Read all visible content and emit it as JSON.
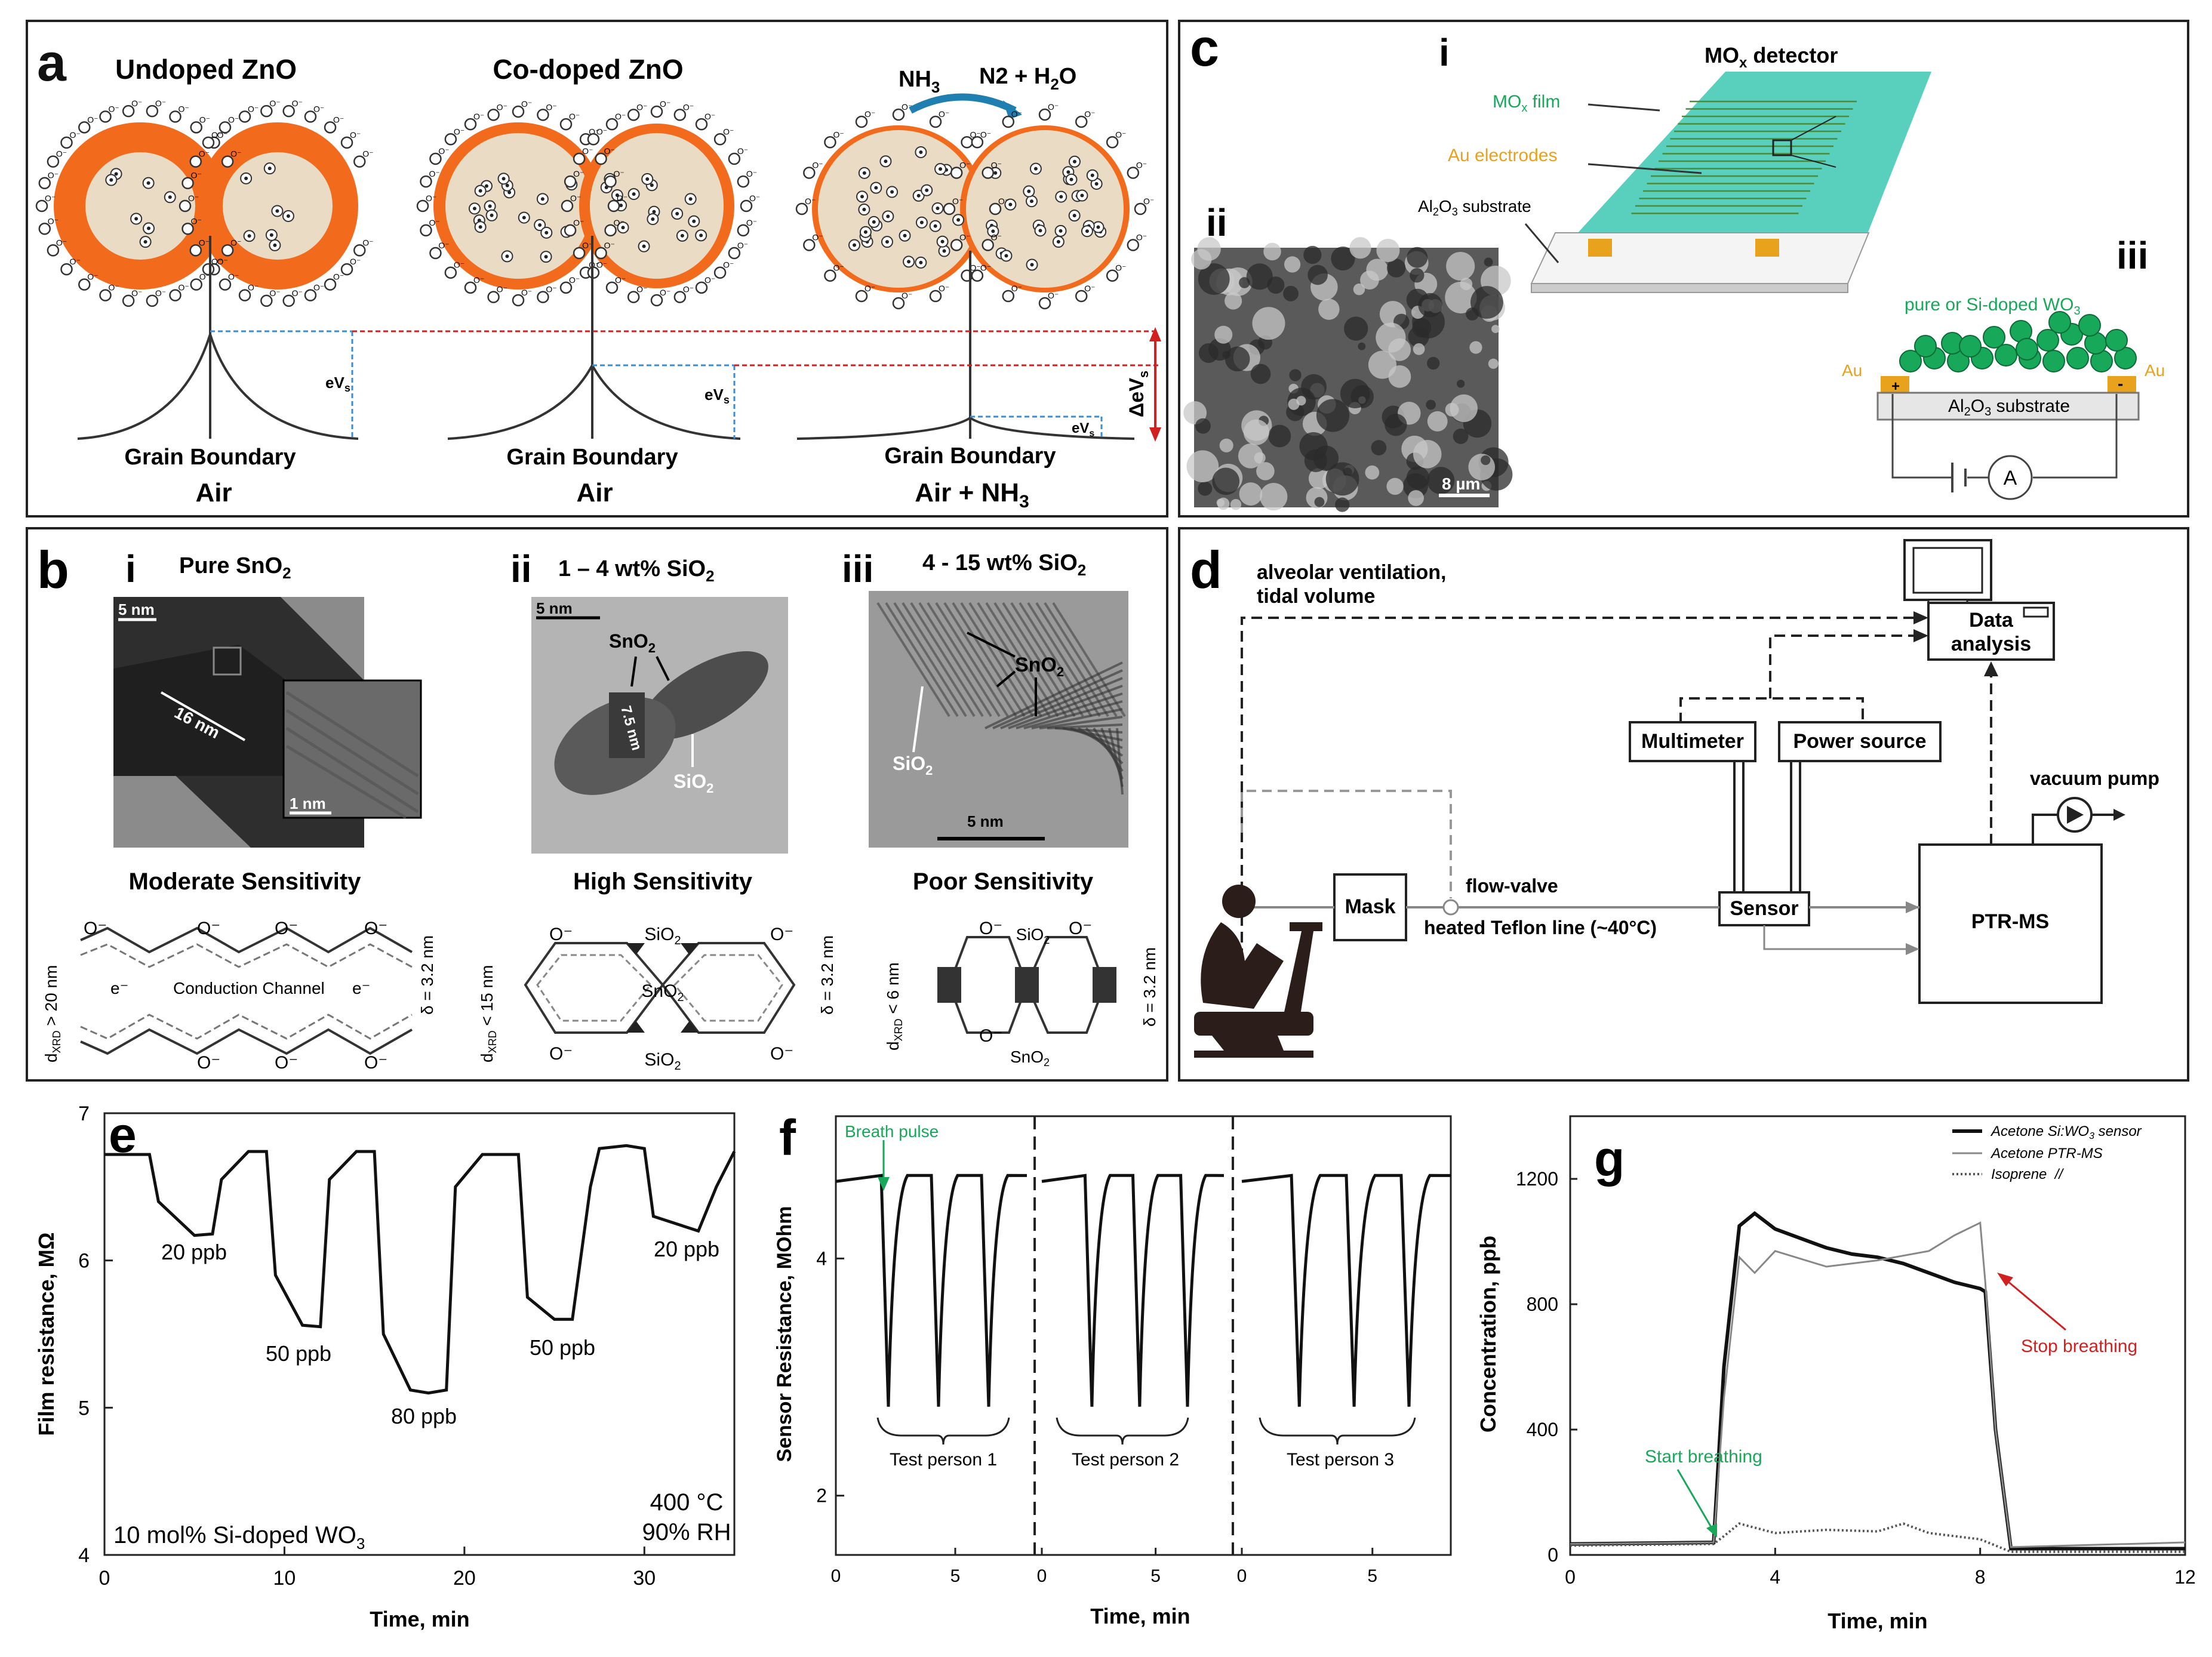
{
  "colors": {
    "accent": "#f26b1d",
    "grain": "#eadbc5",
    "green": "#18a85a",
    "teal": "#3cc8b2",
    "gold": "#e8a21b",
    "red": "#d21f1f",
    "blue": "#3b8fd0",
    "frame": "#222222"
  },
  "panel_a": {
    "letter": "a",
    "titles": [
      "Undoped ZnO",
      "Co-doped ZnO"
    ],
    "reaction": {
      "reactant": "NH",
      "reactant_sub": "3",
      "products": "N2 + H",
      "products_sub": "2",
      "products_end": "O"
    },
    "gb_label": "Grain Boundary",
    "atmospheres": [
      "Air",
      "Air",
      "Air + NH"
    ],
    "atm_sub": "3",
    "ev_labels": [
      "eV",
      "eV",
      "eV"
    ],
    "ev_sub": "s",
    "delta_label": "ΔeV",
    "delta_sub": "s",
    "ion": "O⁻"
  },
  "panel_b": {
    "letter": "b",
    "sub_i": "i",
    "sub_ii": "ii",
    "sub_iii": "iii",
    "title_i": "Pure SnO",
    "title_ii": "1 – 4 wt% SiO",
    "title_iii": "4 - 15 wt% SiO",
    "t_sub": "2",
    "scale_5nm": "5 nm",
    "scale_1nm": "1 nm",
    "size_16": "16 nm",
    "size_75": "7.5 nm",
    "sno2": "SnO",
    "sio2": "SiO",
    "f_sub": "2",
    "sens_i": "Moderate Sensitivity",
    "sens_ii": "High Sensitivity",
    "sens_iii": "Poor Sensitivity",
    "conduction": "Conduction Channel",
    "electron": "e⁻",
    "d_i": "d",
    "d_sub": "XRD",
    "d_i_end": " > 20 nm",
    "d_ii_end": " < 15 nm",
    "d_iii_end": " < 6 nm",
    "delta": "δ = 3.2 nm",
    "ion": "O⁻"
  },
  "panel_c": {
    "letter": "c",
    "sub_i": "i",
    "sub_ii": "ii",
    "sub_iii": "iii",
    "detector": "MO",
    "detector_sub": "x",
    "detector_end": " detector",
    "mox_film": "MO",
    "mox_film_end": " film",
    "electrodes": "Au electrodes",
    "substrate_a": "Al",
    "substrate_a2": "O",
    "substrate_end": " substrate",
    "wo3_label": "pure or Si-doped WO",
    "wo3_sub": "3",
    "au": "Au",
    "plus": "+",
    "minus": "-",
    "ammeter": "A",
    "sem_scale": "8 µm"
  },
  "panel_d": {
    "letter": "d",
    "ventilation_1": "alveolar ventilation,",
    "ventilation_2": "tidal volume",
    "data_1": "Data",
    "data_2": "analysis",
    "multimeter": "Multimeter",
    "power": "Power source",
    "vacuum": "vacuum pump",
    "mask": "Mask",
    "valve": "flow-valve",
    "teflon": "heated Teflon line (~40°C)",
    "sensor": "Sensor",
    "ptrms": "PTR-MS"
  },
  "chart_data": [
    {
      "panel": "e",
      "type": "line",
      "xlabel": "Time, min",
      "ylabel": "Film resistance, MΩ",
      "xlim": [
        0,
        35
      ],
      "ylim": [
        4,
        7
      ],
      "xticks": [
        "0",
        "10",
        "20",
        "30"
      ],
      "yticks": [
        "4",
        "5",
        "6",
        "7"
      ],
      "x": [
        0,
        2.5,
        3,
        5,
        6,
        6.5,
        8,
        9,
        9.5,
        11,
        12,
        12.5,
        14,
        15,
        15.5,
        17,
        18,
        19,
        19.5,
        21,
        22,
        23,
        23.5,
        25,
        26,
        27,
        27.5,
        29,
        30,
        30.5,
        33,
        34,
        35
      ],
      "y": [
        6.72,
        6.72,
        6.4,
        6.17,
        6.18,
        6.55,
        6.74,
        6.74,
        5.9,
        5.56,
        5.55,
        6.55,
        6.74,
        6.74,
        5.5,
        5.12,
        5.1,
        5.12,
        6.5,
        6.72,
        6.72,
        6.72,
        5.75,
        5.6,
        5.6,
        6.5,
        6.76,
        6.78,
        6.76,
        6.3,
        6.2,
        6.5,
        6.74
      ],
      "annotations": [
        "20 ppb",
        "50 ppb",
        "80 ppb",
        "50 ppb",
        "20 ppb"
      ],
      "note_1": "400 °C",
      "note_2": "90% RH",
      "material": "10 mol% Si-doped WO",
      "material_sub": "3"
    },
    {
      "panel": "f",
      "type": "line",
      "xlabel": "Time, min",
      "ylabel": "Sensor Resistance, MOhm",
      "yticks": [
        "2",
        "4"
      ],
      "ylim": [
        1.5,
        5.2
      ],
      "xticks": [
        "0",
        "5",
        "0",
        "5",
        "0",
        "5"
      ],
      "baseline": 4.7,
      "minimum": 2.75,
      "segments": [
        {
          "name": "Test person 1",
          "dips_min": [
            2.2,
            4.3,
            6.4
          ]
        },
        {
          "name": "Test person 2",
          "dips_min": [
            2.2,
            4.3,
            6.4
          ]
        },
        {
          "name": "Test person 3",
          "dips_min": [
            2.2,
            4.3,
            6.4
          ]
        }
      ],
      "annotation": "Breath pulse"
    },
    {
      "panel": "g",
      "type": "line",
      "xlabel": "Time, min",
      "ylabel": "Concentration, ppb",
      "xlim": [
        0,
        12
      ],
      "ylim": [
        0,
        1400
      ],
      "xticks": [
        "0",
        "4",
        "8",
        "12"
      ],
      "yticks": [
        "0",
        "400",
        "800",
        "1200"
      ],
      "series": [
        {
          "name": "Acetone Si:WO",
          "name_sub": "3",
          "name_end": " sensor",
          "style": "solid-bold",
          "x": [
            0,
            2.8,
            3.0,
            3.3,
            3.6,
            4.0,
            4.5,
            5.0,
            5.5,
            6.0,
            6.5,
            7.0,
            7.5,
            8.0,
            8.1,
            8.3,
            8.6,
            12
          ],
          "y": [
            35,
            40,
            600,
            1050,
            1090,
            1040,
            1010,
            980,
            960,
            950,
            930,
            900,
            870,
            850,
            840,
            400,
            20,
            20
          ]
        },
        {
          "name": "Acetone PTR-MS",
          "style": "solid-gray",
          "x": [
            0,
            2.8,
            3.0,
            3.3,
            3.6,
            4.0,
            5.0,
            6.0,
            7.0,
            7.5,
            8.0,
            8.1,
            8.3,
            8.6,
            12
          ],
          "y": [
            35,
            40,
            500,
            950,
            900,
            970,
            920,
            940,
            970,
            1020,
            1060,
            870,
            400,
            25,
            40
          ]
        },
        {
          "name": "Isoprene",
          "name_end": "  //",
          "style": "dotted",
          "x": [
            0,
            2.8,
            3.0,
            3.3,
            4.0,
            5.0,
            6.0,
            6.5,
            7.0,
            8.0,
            8.3,
            8.6,
            12
          ],
          "y": [
            30,
            35,
            60,
            100,
            70,
            80,
            75,
            100,
            70,
            50,
            30,
            10,
            10
          ]
        }
      ],
      "annotations": [
        "Start breathing",
        "Stop breathing"
      ]
    }
  ]
}
